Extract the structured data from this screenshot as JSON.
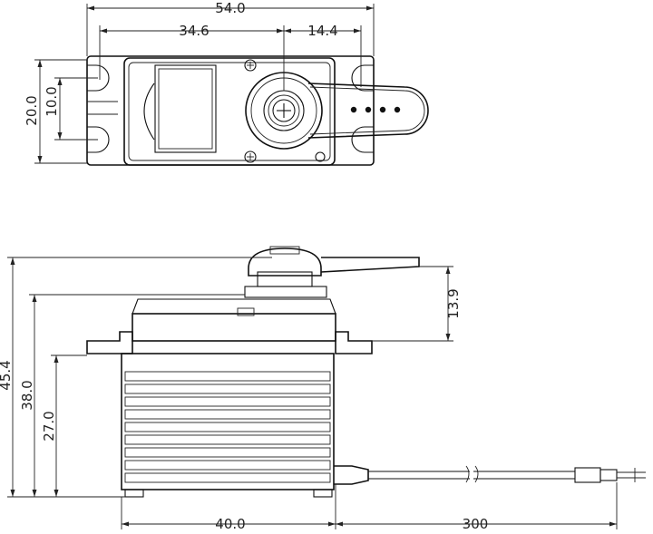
{
  "drawing": {
    "dimensions": {
      "top_width": "54.0",
      "top_left": "34.6",
      "top_right": "14.4",
      "top_height": "20.0",
      "top_inner_height": "10.0",
      "side_total_height": "45.4",
      "side_body_height": "38.0",
      "side_mount_height": "27.0",
      "side_horn_height": "13.9",
      "side_width": "40.0",
      "cable_length": "300"
    }
  }
}
